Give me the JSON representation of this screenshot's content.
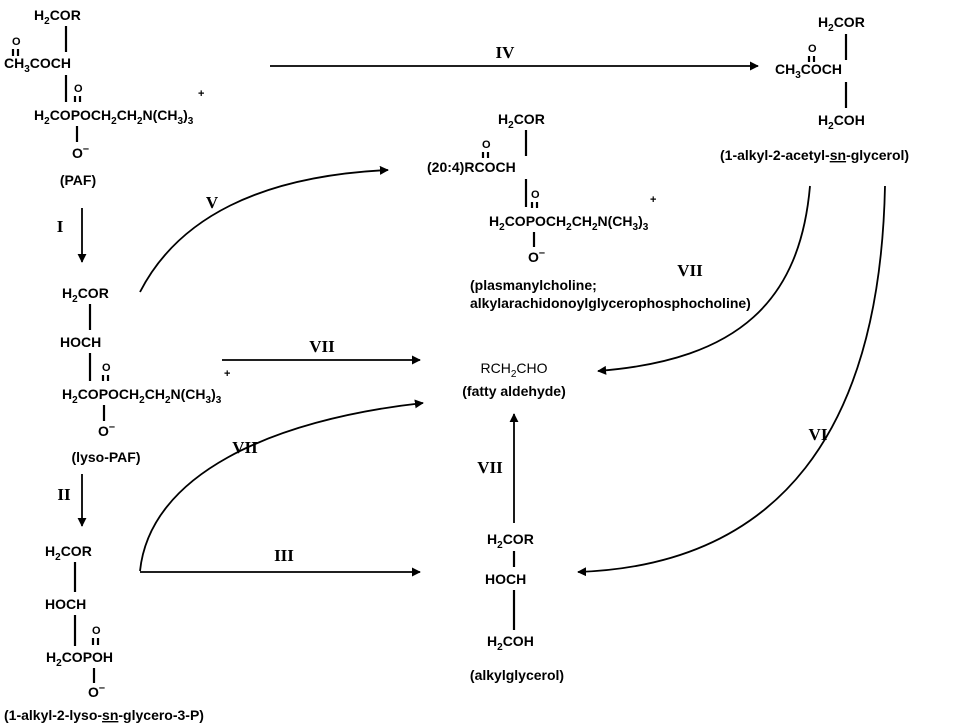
{
  "compounds": {
    "paf": {
      "l1": "COR",
      "l2a": "O",
      "l2b": "COCH",
      "l3a": "O",
      "l3b": "COPOCH",
      "l3c": "N(CH",
      "minus": "–",
      "caption": "(PAF)"
    },
    "lyso_paf": {
      "l1": "COR",
      "l2": "HOCH",
      "caption": "(lyso-PAF)"
    },
    "glycero_3p": {
      "l1": "COR",
      "l2": "HOCH",
      "l3": "COPOH",
      "caption_pre": "(1-alkyl-2-lyso-",
      "caption_sn": "sn",
      "caption_post": "-glycero-3-P)"
    },
    "acetyl_glycerol": {
      "l1": "COR",
      "l2": "COCH",
      "l3": "COH",
      "caption_pre": "(1-alkyl-2-acetyl-",
      "caption_sn": "sn",
      "caption_post": "-glycerol)"
    },
    "plasmanylcholine": {
      "l1": "COR",
      "l2": "(20:4)RCOCH",
      "caption_1": "(plasmanylcholine;",
      "caption_2": "alkylarachidonoylglycerophosphocholine)"
    },
    "fatty_aldehyde": {
      "formula_a": "RCH",
      "formula_b": "CHO",
      "caption": "(fatty aldehyde)"
    },
    "alkylglycerol": {
      "l1": "COR",
      "l2": "HOCH",
      "l3": "COH",
      "caption": "(alkylglycerol)"
    }
  },
  "reactions": {
    "I": "I",
    "II": "II",
    "III": "III",
    "IV": "IV",
    "V": "V",
    "VI": "VI",
    "VII_a": "VII",
    "VII_b": "VII",
    "VII_c": "VII",
    "VII_d": "VII"
  }
}
